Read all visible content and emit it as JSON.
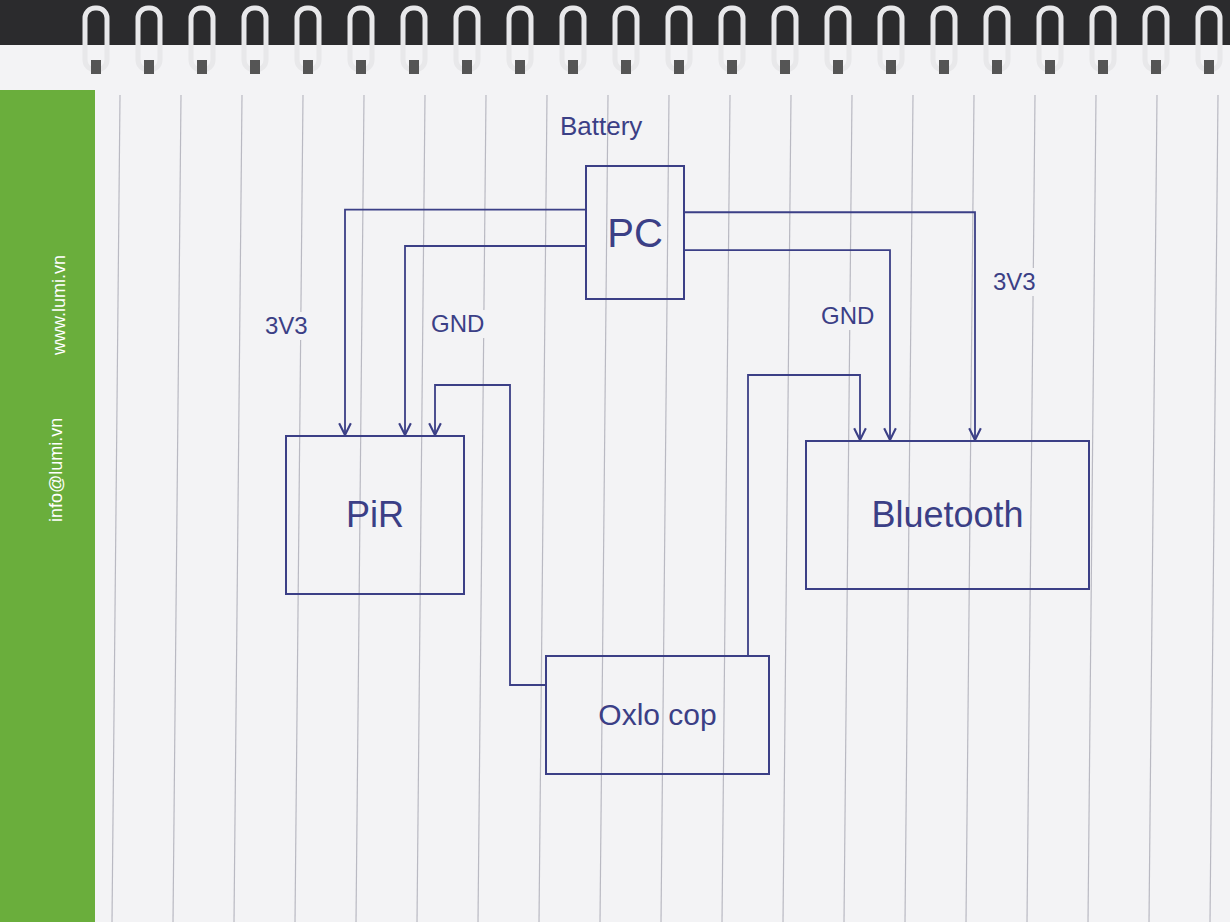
{
  "diagram": {
    "nodes": [
      {
        "text": [
          "PC"
        ]
      },
      {
        "text": [
          "PiR"
        ]
      },
      {
        "text": [
          "Bluetooth"
        ]
      },
      {
        "text": [
          "Oxlo cop"
        ]
      }
    ],
    "edges": [
      {
        "from": 0,
        "to": 1,
        "label": "3V3",
        "arrow": "to"
      },
      {
        "from": 0,
        "to": 1,
        "label": "GND",
        "arrow": "to"
      },
      {
        "from": 0,
        "to": 2,
        "label": "GND",
        "arrow": "to"
      },
      {
        "from": 0,
        "to": 2,
        "label": "3V3",
        "arrow": "to"
      },
      {
        "from": 3,
        "to": 1,
        "arrow": "to"
      },
      {
        "from": 3,
        "to": 2,
        "arrow": "to"
      }
    ],
    "labels": [
      "Battery",
      "www.lumi.vn",
      "info@lumi.vn"
    ]
  }
}
